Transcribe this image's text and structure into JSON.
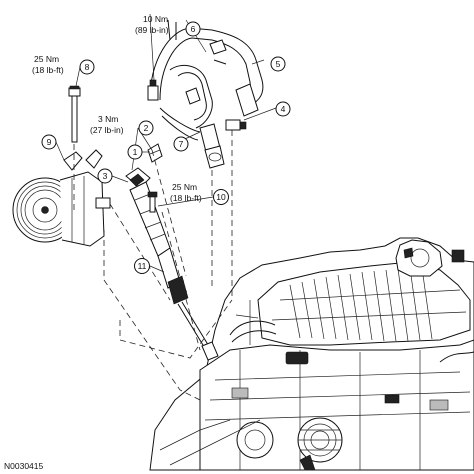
{
  "figure_id": "N0030415",
  "callouts": [
    {
      "id": "c1",
      "number": "1",
      "torque_metric": "",
      "torque_imperial": ""
    },
    {
      "id": "c2",
      "number": "2",
      "torque_metric": "3 Nm",
      "torque_imperial": "(27 lb-in)"
    },
    {
      "id": "c3",
      "number": "3",
      "torque_metric": "",
      "torque_imperial": ""
    },
    {
      "id": "c4",
      "number": "4",
      "torque_metric": "",
      "torque_imperial": ""
    },
    {
      "id": "c5",
      "number": "5",
      "torque_metric": "",
      "torque_imperial": ""
    },
    {
      "id": "c6",
      "number": "6",
      "torque_metric": "10 Nm",
      "torque_imperial": "(89 lb-in)"
    },
    {
      "id": "c7",
      "number": "7",
      "torque_metric": "",
      "torque_imperial": ""
    },
    {
      "id": "c8",
      "number": "8",
      "torque_metric": "25 Nm",
      "torque_imperial": "(18 lb-ft)"
    },
    {
      "id": "c9",
      "number": "9",
      "torque_metric": "",
      "torque_imperial": ""
    },
    {
      "id": "c10",
      "number": "10",
      "torque_metric": "25 Nm",
      "torque_imperial": "(18 lb-ft)"
    },
    {
      "id": "c11",
      "number": "11",
      "torque_metric": "",
      "torque_imperial": ""
    }
  ]
}
